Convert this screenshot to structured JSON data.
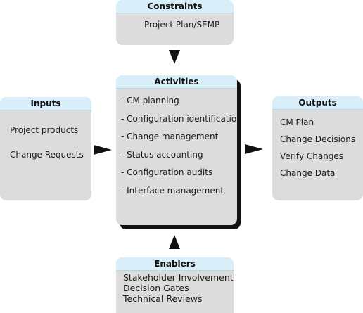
{
  "constraints": {
    "title": "Constraints",
    "items": [
      "Project Plan/SEMP"
    ]
  },
  "activities": {
    "title": "Activities",
    "items": [
      "- CM planning",
      "- Configuration identification",
      "- Change management",
      "- Status accounting",
      "- Configuration audits",
      "- Interface management"
    ]
  },
  "inputs": {
    "title": "Inputs",
    "items": [
      "Project products",
      "Change Requests"
    ]
  },
  "outputs": {
    "title": "Outputs",
    "items": [
      "CM Plan",
      "Change Decisions",
      "Verify Changes",
      "Change Data"
    ]
  },
  "enablers": {
    "title": "Enablers",
    "items": [
      "Stakeholder Involvement",
      "Decision Gates",
      "Technical Reviews"
    ]
  }
}
